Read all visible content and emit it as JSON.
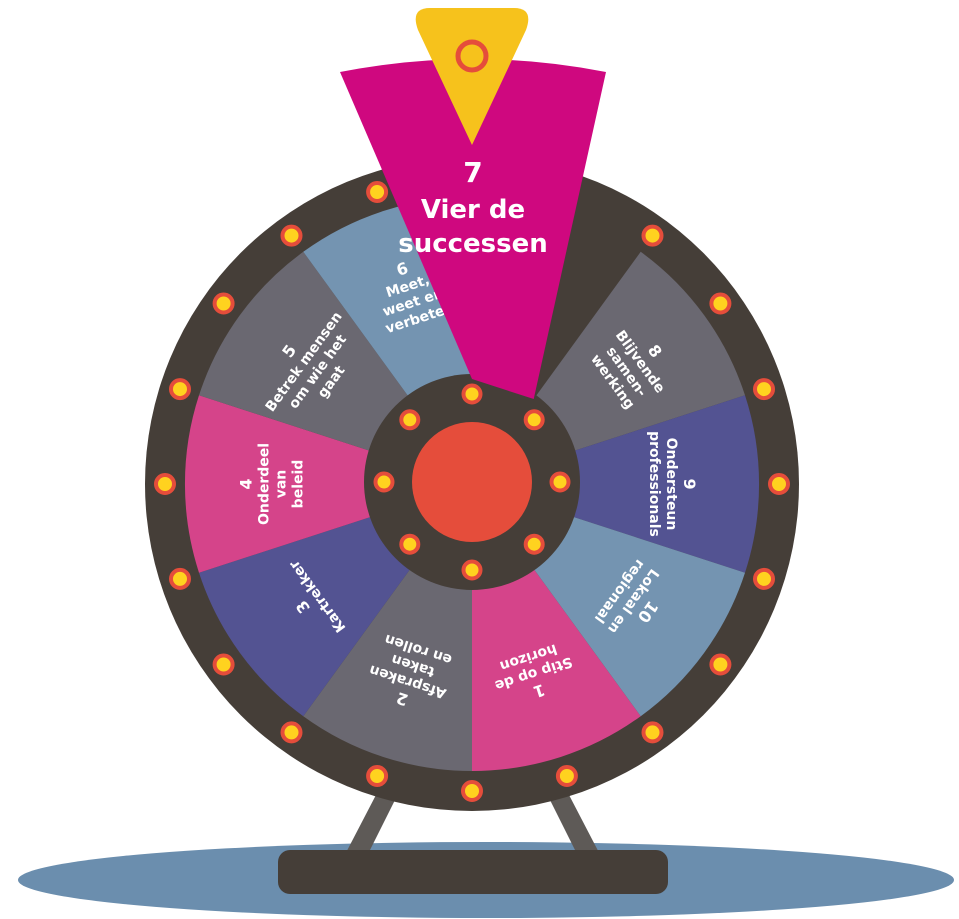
{
  "segments": [
    {
      "number": "1",
      "lines": [
        "Stip op de",
        "horizon"
      ],
      "color": "#d5448a"
    },
    {
      "number": "2",
      "lines": [
        "Afspraken",
        "taken",
        "en rollen"
      ],
      "color": "#6a6871"
    },
    {
      "number": "3",
      "lines": [
        "Kartrekker"
      ],
      "color": "#535392"
    },
    {
      "number": "4",
      "lines": [
        "Onderdeel",
        "van",
        "beleid"
      ],
      "color": "#d5448a"
    },
    {
      "number": "5",
      "lines": [
        "Betrek mensen",
        "om wie het",
        "gaat"
      ],
      "color": "#6a6871"
    },
    {
      "number": "6",
      "lines": [
        "Meet,",
        "weet en",
        "verbeter"
      ],
      "color": "#7494b1"
    },
    {
      "number": "7",
      "lines": [
        "Vier de",
        "successen"
      ],
      "color": "#cf087f"
    },
    {
      "number": "8",
      "lines": [
        "Blijvende",
        "samen-",
        "werking"
      ],
      "color": "#6a6871"
    },
    {
      "number": "9",
      "lines": [
        "Ondersteun",
        "professionals"
      ],
      "color": "#535392"
    },
    {
      "number": "10",
      "lines": [
        "Lokaal en",
        "regionaal"
      ],
      "color": "#7494b1"
    }
  ],
  "highlighted_segment": "7",
  "colors": {
    "rim": "#453e38",
    "hub_outer": "#453e38",
    "hub_center": "#e54d3b",
    "bulb_fill": "#ffd21f",
    "bulb_ring": "#e54d3b",
    "pointer": "#f6c21c",
    "base": "#453e38",
    "legs": "#5e5a57",
    "shadow": "#6b8eae"
  }
}
